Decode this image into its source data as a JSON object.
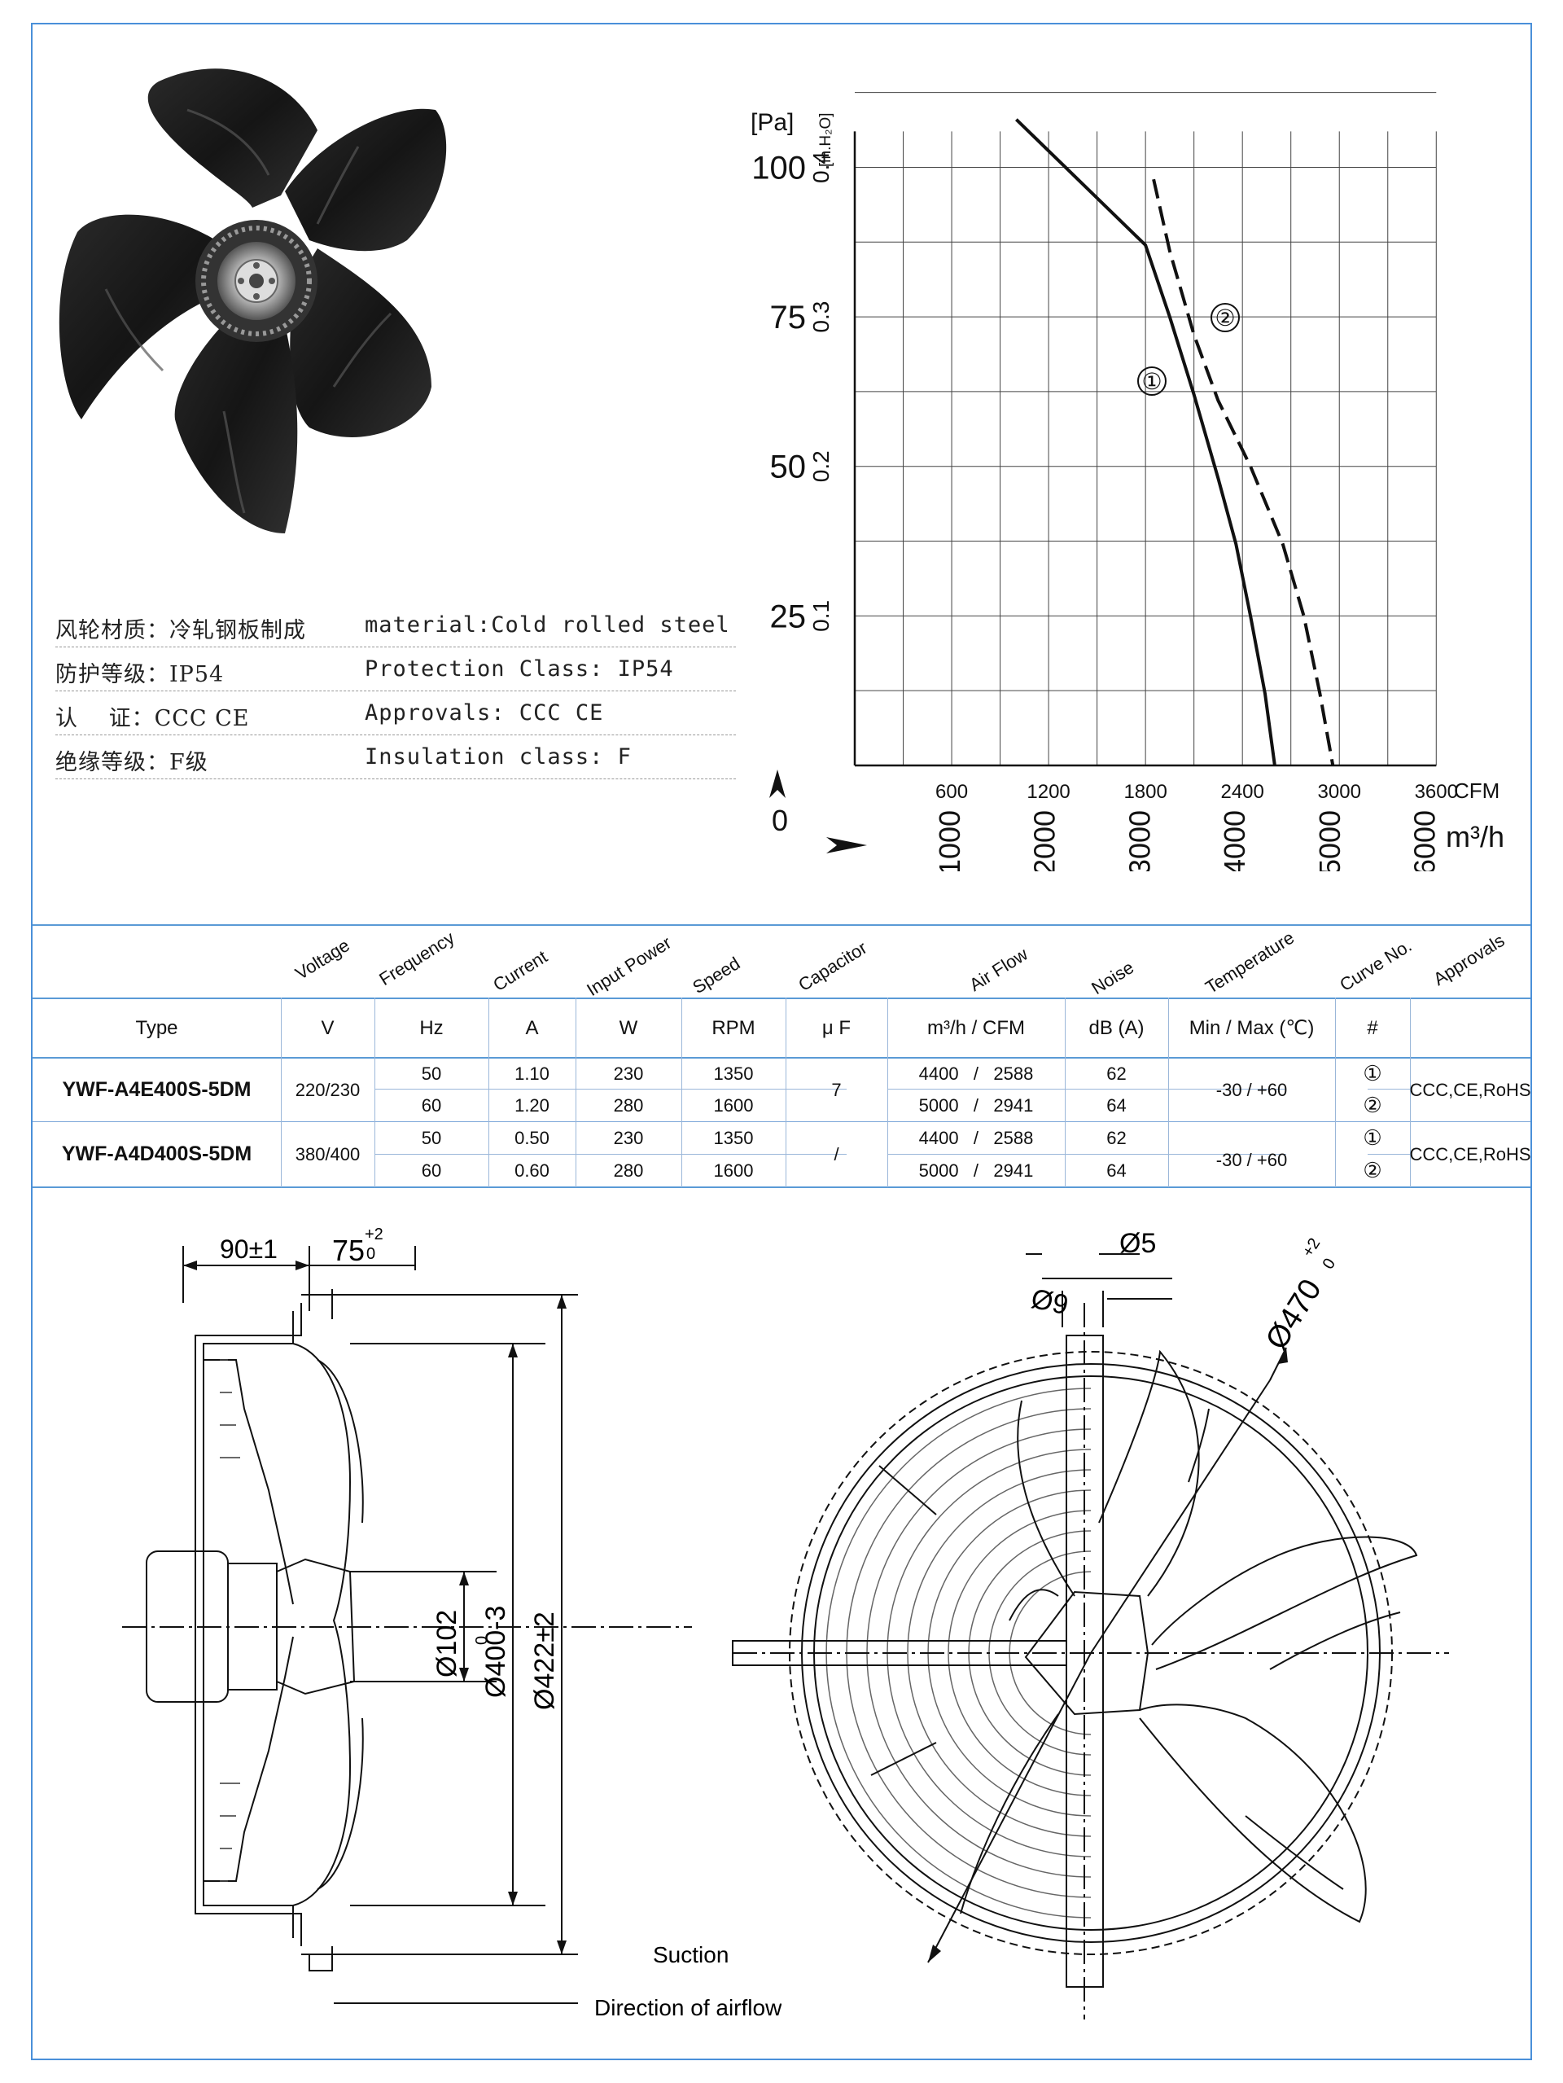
{
  "specs": [
    {
      "cn": "风轮材质：冷轧钢板制成",
      "en": "material:Cold rolled steel"
    },
    {
      "cn": "防护等级：IP54",
      "en": "Protection Class: IP54"
    },
    {
      "cn": "认　 证：CCC CE",
      "en": "Approvals: CCC  CE"
    },
    {
      "cn": "绝缘等级：F级",
      "en": "Insulation class: F"
    }
  ],
  "chart_data": {
    "type": "line",
    "y_unit_pa": "[Pa]",
    "y_unit_inh2o": "[in.H₂O]",
    "y_ticks_pa": [
      "100",
      "75",
      "50",
      "25"
    ],
    "y_ticks_inh2o": [
      "0.4",
      "0.3",
      "0.2",
      "0.1"
    ],
    "origin_label": "0",
    "x_ticks_cfm": [
      "600",
      "1200",
      "1800",
      "2400",
      "3000",
      "3600"
    ],
    "x_unit_cfm": "CFM",
    "x_ticks_m3h": [
      "1000",
      "2000",
      "3000",
      "4000",
      "5000",
      "6000"
    ],
    "x_unit_m3h": "m³/h",
    "x_range_cfm": [
      0,
      3780
    ],
    "y_range_pa": [
      0,
      113
    ],
    "series": [
      {
        "name": "①",
        "style": "solid",
        "x": [
          1000,
          1800,
          1950,
          2100,
          2250,
          2360,
          2450,
          2540,
          2600
        ],
        "y": [
          108,
          87,
          75,
          62,
          48,
          37,
          25,
          12,
          0
        ]
      },
      {
        "name": "②",
        "style": "dashed",
        "x": [
          1850,
          1950,
          2100,
          2250,
          2450,
          2650,
          2780,
          2880,
          2960
        ],
        "y": [
          98,
          86,
          72,
          61,
          50,
          37,
          25,
          12,
          0
        ]
      }
    ]
  },
  "table": {
    "rotated_headers": [
      "Voltage",
      "Frequency",
      "Current",
      "Input Power",
      "Speed",
      "Capacitor",
      "Air Flow",
      "Noise",
      "Temperature",
      "Curve No.",
      "Approvals"
    ],
    "col_titles": [
      "Type",
      "V",
      "Hz",
      "A",
      "W",
      "RPM",
      "μ F",
      "m³/h  /  CFM",
      "dB (A)",
      "Min / Max (℃)",
      "#",
      ""
    ],
    "rows": [
      {
        "type": "YWF-A4E400S-5DM",
        "voltage": "220/230",
        "capacitor": "7",
        "temperature": "-30 / +60",
        "approvals": "CCC,CE,RoHS",
        "sub": [
          {
            "hz": "50",
            "a": "1.10",
            "w": "230",
            "rpm": "1350",
            "flow": "4400   /   2588",
            "db": "62",
            "curve": "①"
          },
          {
            "hz": "60",
            "a": "1.20",
            "w": "280",
            "rpm": "1600",
            "flow": "5000   /   2941",
            "db": "64",
            "curve": "②"
          }
        ]
      },
      {
        "type": "YWF-A4D400S-5DM",
        "voltage": "380/400",
        "capacitor": "/",
        "temperature": "-30 / +60",
        "approvals": "CCC,CE,RoHS",
        "sub": [
          {
            "hz": "50",
            "a": "0.50",
            "w": "230",
            "rpm": "1350",
            "flow": "4400   /   2588",
            "db": "62",
            "curve": "①"
          },
          {
            "hz": "60",
            "a": "0.60",
            "w": "280",
            "rpm": "1600",
            "flow": "5000   /   2941",
            "db": "64",
            "curve": "②"
          }
        ]
      }
    ]
  },
  "drawing": {
    "dim_90": "90±1",
    "dim_75": "75",
    "dim_75_tol_top": "+2",
    "dim_75_tol_bot": "0",
    "dim_102": "Ø102",
    "dim_400": "Ø400-3",
    "dim_400_tol": "0",
    "dim_422": "Ø422±2",
    "dim_9": "Ø9",
    "dim_5": "Ø5",
    "dim_470": "Ø470",
    "dim_470_tol_top": "+2",
    "dim_470_tol_bot": "0",
    "suction": "Suction",
    "airflow": "Direction of airflow\"S\""
  },
  "colors": {
    "frame": "#4a90d9",
    "table_lines": "#9bb7d9"
  }
}
